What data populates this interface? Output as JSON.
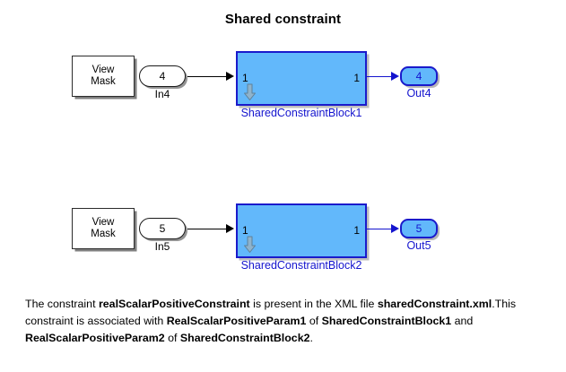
{
  "title": "Shared constraint",
  "rows": [
    {
      "mask_label": "View\nMask",
      "inport_num": "4",
      "inport_name": "In4",
      "block_in_port": "1",
      "block_out_port": "1",
      "block_name": "SharedConstraintBlock1",
      "outport_num": "4",
      "outport_name": "Out4",
      "icon_name": "down-arrow-icon"
    },
    {
      "mask_label": "View\nMask",
      "inport_num": "5",
      "inport_name": "In5",
      "block_in_port": "1",
      "block_out_port": "1",
      "block_name": "SharedConstraintBlock2",
      "outport_num": "5",
      "outport_name": "Out5",
      "icon_name": "down-arrow-icon"
    }
  ],
  "description": {
    "seg1": "The constraint ",
    "seg2_bold": "realScalarPositiveConstraint",
    "seg3": " is present in the XML file ",
    "seg4_bold": "sharedConstraint.xml",
    "seg5": ".This constraint is associated with ",
    "seg6_bold": "RealScalarPositiveParam1",
    "seg7": " of ",
    "seg8_bold": "SharedConstraintBlock1",
    "seg9": " and ",
    "seg10_bold": "RealScalarPositiveParam2",
    "seg11": " of ",
    "seg12_bold": "SharedConstraintBlock2",
    "seg13": "."
  },
  "colors": {
    "block_fill": "#62B8FB",
    "block_border": "#1A1ACB",
    "label_blue": "#1414CE",
    "wire_black": "#000000",
    "mask_border": "#2B2B2B",
    "icon_gray": "#8CA8BE"
  }
}
